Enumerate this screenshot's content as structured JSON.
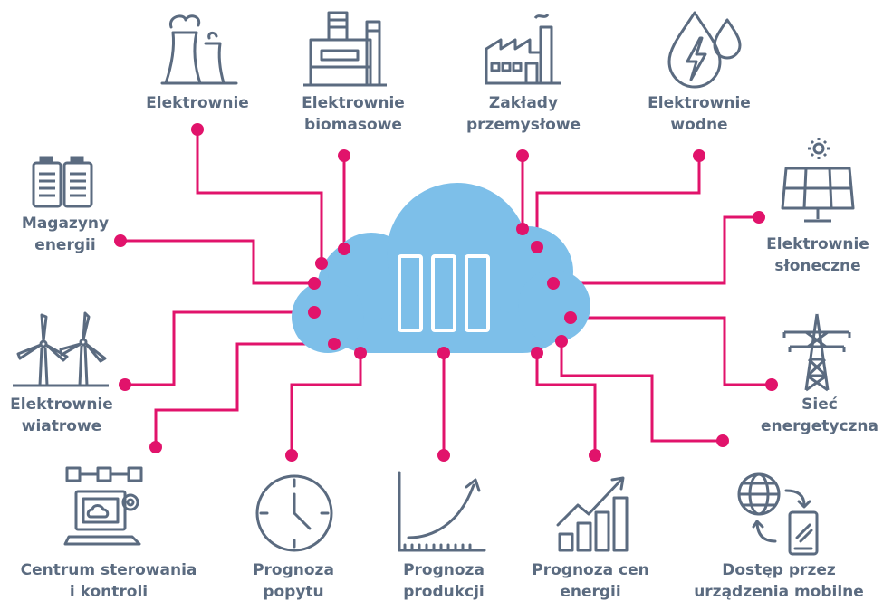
{
  "colors": {
    "connector": "#e1136b",
    "cloud": "#7dbfe9",
    "icon_stroke": "#5b6b80",
    "label": "#5b6b80"
  },
  "center": {
    "icon": "server-racks-icon"
  },
  "nodes": [
    {
      "id": "elektrownie",
      "icon": "power-plant-icon",
      "label_lines": [
        "Elektrownie"
      ]
    },
    {
      "id": "biomasowe",
      "icon": "biomass-plant-icon",
      "label_lines": [
        "Elektrownie",
        "biomasowe"
      ]
    },
    {
      "id": "zaklady",
      "icon": "factory-icon",
      "label_lines": [
        "Zakłady",
        "przemysłowe"
      ]
    },
    {
      "id": "wodne",
      "icon": "hydro-drop-bolt-icon",
      "label_lines": [
        "Elektrownie",
        "wodne"
      ]
    },
    {
      "id": "magazyny",
      "icon": "battery-icon",
      "label_lines": [
        "Magazyny",
        "energii"
      ]
    },
    {
      "id": "sloneczne",
      "icon": "solar-panel-icon",
      "label_lines": [
        "Elektrownie",
        "słoneczne"
      ]
    },
    {
      "id": "wiatrowe",
      "icon": "wind-turbine-icon",
      "label_lines": [
        "Elektrownie",
        "wiatrowe"
      ]
    },
    {
      "id": "siec",
      "icon": "transmission-tower-icon",
      "label_lines": [
        "Sieć",
        "energetyczna"
      ]
    },
    {
      "id": "centrum",
      "icon": "control-center-icon",
      "label_lines": [
        "Centrum sterowania",
        "i kontroli"
      ]
    },
    {
      "id": "popyt",
      "icon": "clock-icon",
      "label_lines": [
        "Prognoza",
        "popytu"
      ]
    },
    {
      "id": "produkcja",
      "icon": "growth-curve-icon",
      "label_lines": [
        "Prognoza",
        "produkcji"
      ]
    },
    {
      "id": "ceny",
      "icon": "bar-trend-icon",
      "label_lines": [
        "Prognoza cen",
        "energii"
      ]
    },
    {
      "id": "mobile",
      "icon": "globe-phone-icon",
      "label_lines": [
        "Dostęp przez",
        "urządzenia mobilne"
      ]
    }
  ]
}
